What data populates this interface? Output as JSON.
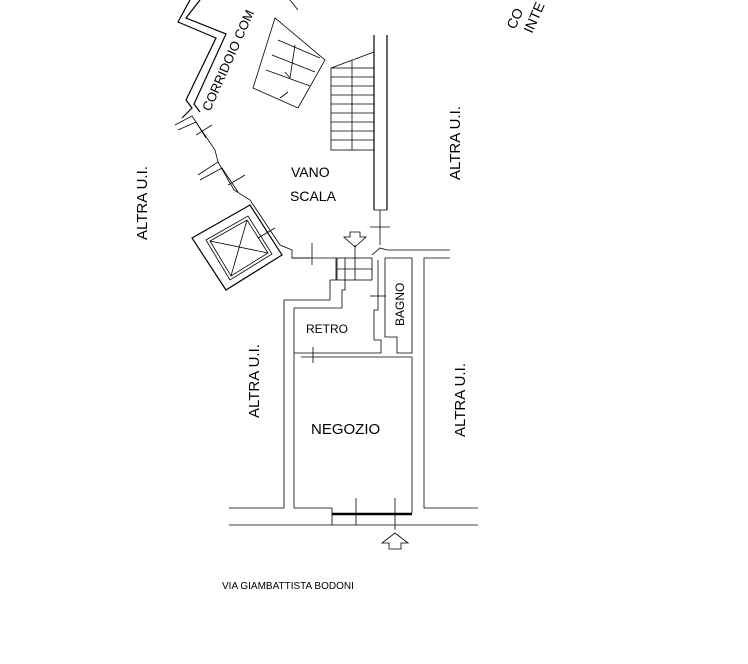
{
  "labels": {
    "corridor": "CORRIDOIO COM",
    "top_right_line1": "CO",
    "top_right_line2": "INTE",
    "altra_ui": "ALTRA U.I.",
    "vano": "VANO",
    "scala": "SCALA",
    "retro": "RETRO",
    "bagno": "BAGNO",
    "negozio": "NEGOZIO",
    "street": "VIA GIAMBATTISTA BODONI"
  }
}
